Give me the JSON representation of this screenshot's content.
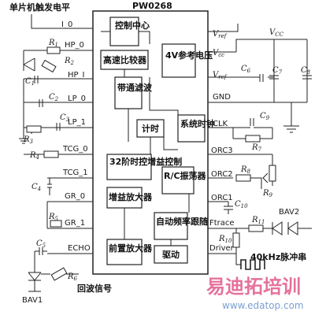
{
  "header": {
    "trigger_label": "单片机触发电平",
    "chip_name": "PW0268"
  },
  "blocks": {
    "control": "控制中心",
    "comparator": "高速比较器",
    "bandpass": "带通滤波",
    "ref4v": "4V参考电压",
    "timer": "计时",
    "sysclock": "系统时钟",
    "tcg": "32阶时控增益控制",
    "gain_amp": "增益放大器",
    "preamp": "前置放大器",
    "rc_osc": "R/C振荡器",
    "auto_track": "自动频率跟随",
    "driver": "驱动"
  },
  "pins": {
    "i0": "I_0",
    "hp0": "HP_0",
    "hpi": "HP_I",
    "lp0": "LP_0",
    "lp1": "LP_1",
    "tcg0": "TCG_0",
    "tcg1": "TCG_1",
    "gr0": "GR_0",
    "gr1": "GR_1",
    "echo": "ECHO",
    "vref_top": "V",
    "vcc": "V",
    "vref_mid": "V",
    "gnd": "GND",
    "clk": "CLK",
    "orc3": "ORC3",
    "orc2": "ORC2",
    "orc1": "ORC1",
    "ftrace": "Ftrace",
    "driver": "Driver"
  },
  "pin_subscripts": {
    "vref_top": "ref",
    "vcc": "cc",
    "vref_mid": "ref"
  },
  "components": {
    "r1": "R",
    "r1_n": "1",
    "r2": "R",
    "r2_n": "2",
    "r3": "R",
    "r3_n": "3",
    "r4": "R",
    "r4_n": "4",
    "r5": "R",
    "r5_n": "5",
    "r6": "R",
    "r6_n": "6",
    "r7": "R",
    "r7_n": "7",
    "r8": "R",
    "r8_n": "8",
    "r9": "R",
    "r9_n": "9",
    "r10": "R",
    "r10_n": "10",
    "r11": "R",
    "r11_n": "11",
    "c1": "C",
    "c1_n": "1",
    "c2": "C",
    "c2_n": "2",
    "c3": "C",
    "c3_n": "3",
    "c4": "C",
    "c4_n": "4",
    "c5": "C",
    "c5_n": "5",
    "c6": "C",
    "c6_n": "6",
    "c7": "C",
    "c7_n": "7",
    "c8": "C",
    "c8_n": "8",
    "c9": "C",
    "c9_n": "9",
    "c10": "C",
    "c10_n": "10",
    "vcc_rail": "V",
    "vcc_rail_n": "CC"
  },
  "labels": {
    "bav2": "BAV2",
    "bav1": "BAV1",
    "pulse": "40kHz脉冲串",
    "echo_signal": "回波信号"
  },
  "watermark": {
    "brand": "易迪拓培训",
    "url": "www.edatop.com"
  }
}
